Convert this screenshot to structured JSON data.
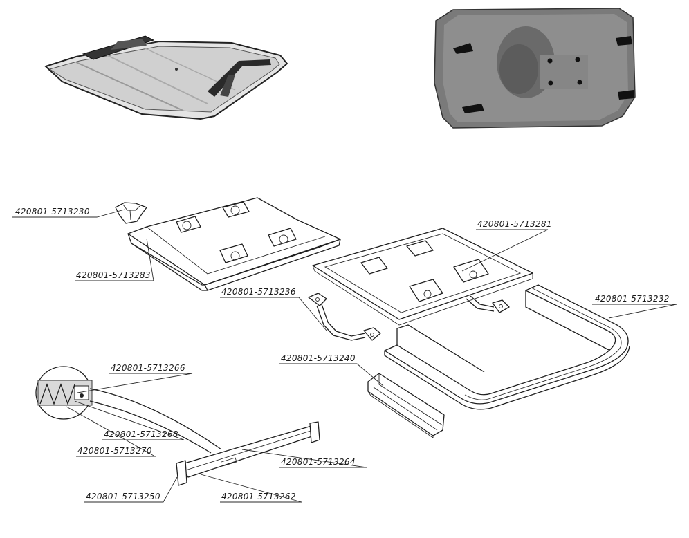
{
  "callouts": [
    {
      "id": "p5713230",
      "text": "420801-5713230"
    },
    {
      "id": "p5713283",
      "text": "420801-5713283"
    },
    {
      "id": "p5713236",
      "text": "420801-5713236"
    },
    {
      "id": "p571328l",
      "text": "420801-5713281"
    },
    {
      "id": "p5713232",
      "text": "420801-5713232"
    },
    {
      "id": "p5713240",
      "text": "420801-5713240"
    },
    {
      "id": "p5713266",
      "text": "420801-5713266"
    },
    {
      "id": "p5713268",
      "text": "420801-5713268"
    },
    {
      "id": "p5713270",
      "text": "420801-5713270"
    },
    {
      "id": "p5713264",
      "text": "420801-5713264"
    },
    {
      "id": "p5713250",
      "text": "420801-5713250"
    },
    {
      "id": "p5713262",
      "text": "420801-5713262"
    }
  ]
}
